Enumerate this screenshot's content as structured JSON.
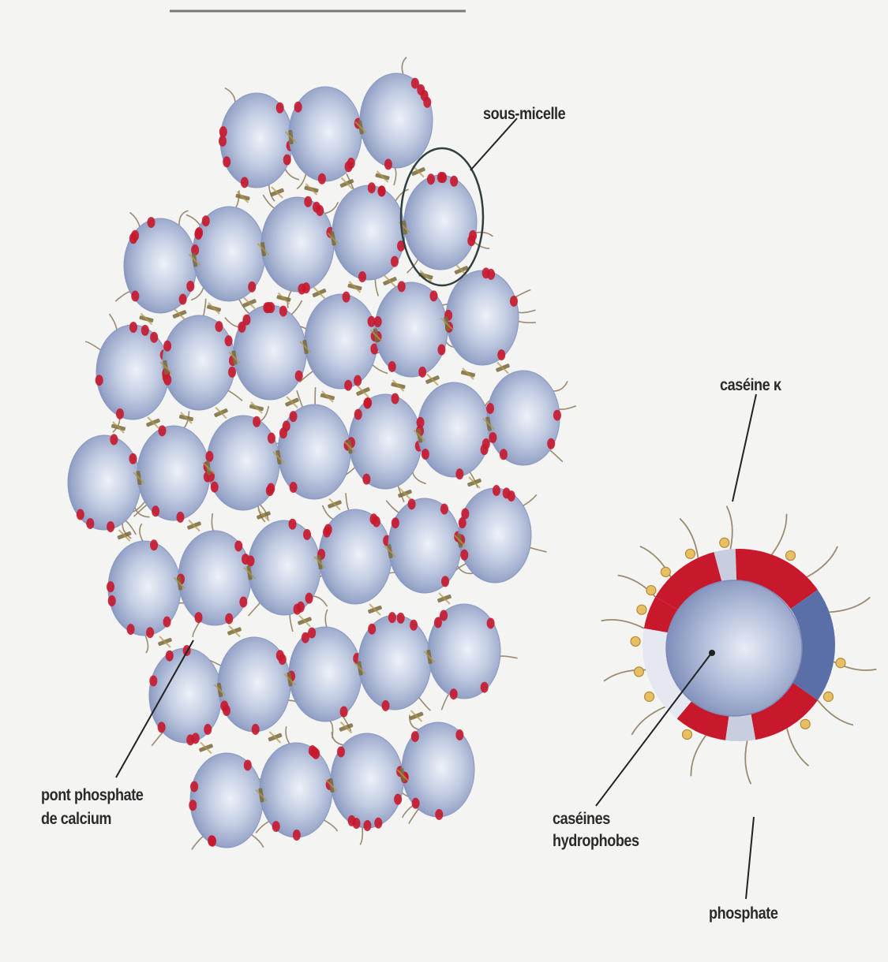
{
  "labels": {
    "sous_micelle": "sous-micelle",
    "caseine_kappa": "caséine κ",
    "pont_line1": "pont phosphate",
    "pont_line2": "de calcium",
    "hydrophobes_line1": "caséines",
    "hydrophobes_line2": "hydrophobes",
    "phosphate": "phosphate"
  },
  "colors": {
    "sphere_light": "#e4e8f4",
    "sphere_mid": "#a8b6d6",
    "sphere_dark": "#7484b4",
    "casein_kappa_red": "#c8182c",
    "hydrophobic_blue": "#5a6fa8",
    "phosphate_yellow": "#e8c064",
    "bridge_brown": "#7a6a3a",
    "tail": "#9a8a70",
    "background": "#f4f4f2"
  }
}
